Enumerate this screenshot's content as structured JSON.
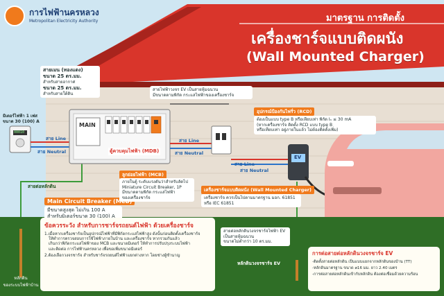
{
  "header": {
    "logo_thai": "การไฟฟ้านครหลวง",
    "logo_en": "Metropolitan Electricity Authority",
    "subtitle": "มาตรฐาน การติดตั้ง",
    "title_thai": "เครื่องชาร์จแบบติดผนัง",
    "title_en": "(Wall Mounted Charger)"
  },
  "labels": {
    "wire_type_title": "สายเมน (ทองแดง)",
    "wire_air": "ขนาด 25 ตร.มม.",
    "wire_air_sub": "สำหรับสายอากาศ",
    "wire_ground": "ขนาด 25 ตร.มม.",
    "wire_ground_sub": "สำหรับสายใต้ดิน",
    "meter_line1": "มิเตอร์ไฟฟ้า 1 เฟส",
    "meter_line2": "ขนาด 30 (100) A",
    "meter_display": "00010",
    "line": "สาย Line",
    "neutral": "สาย Neutral",
    "ground_wire": "สายต่อหลักดิน",
    "main_label": "MAIN",
    "mdb_caption": "ตู้ควบคุมไฟฟ้า (MDB)",
    "ev_line_note1": "สายไฟฟ้าวงจร EV เป็นสายหุ้มฉนวน",
    "ev_line_note2": "มีขนาดตามพิกัด กระแสไฟฟ้าของเครื่องชาร์จ",
    "rcd_tag": "อุปกรณ์ป้องกันไฟรั่ว (RCD)",
    "rcd_note1": "ต้องเป็นแบบ type B หรือเทียบเท่า พิกัด Iₙ ≤ 30 mA",
    "rcd_note2": "(หากเครื่องชาร์จ ติดตั้ง RCD แบบ type B",
    "rcd_note3": "หรือเทียบเท่า อยู่ภายในแล้ว ไม่ต้องติดตั้งเพิ่ม)",
    "mcb_tag": "Main Circuit Breaker (MCB)",
    "mcb_note1": "มีขนาดสูงสุด ไม่เกิน 100 A",
    "mcb_note2": "สำหรับมิเตอร์ขนาด 30 (100) A",
    "sub_mcb_tag": "ลูกย่อยไฟฟ้า (MCB)",
    "sub_mcb_note1": "ภายในตู้ ระดับแรงดันว่าสำหรับลัดไป",
    "sub_mcb_note2": "Miniature Circuit Breaker, 1P",
    "sub_mcb_note3": "มีขนาดตามพิกัด กระแสไฟฟ้า",
    "sub_mcb_note4": "ของเครื่องชาร์จ",
    "charger_tag": "เครื่องชาร์จแบบติดผนัง (Wall Mounted Charger)",
    "charger_note1": "เครื่องชาร์จ ควรเป็นไปตามมาตรฐาน มอก. 61851",
    "charger_note2": "หรือ IEC 61851",
    "charger_screen": "EV",
    "ground_ev_note1": "สายต่อหลักดินวงจรชาร์จไฟฟ้า EV",
    "ground_ev_note2": "เป็นสายหุ้มฉนวน",
    "ground_ev_note3": "ขนาดไม่ต่ำกว่า 10 ตร.มม.",
    "ground_rod_ev": "หลักดินวงจรชาร์จ EV",
    "ground_rod_house1": "หลักดิน",
    "ground_rod_house2": "ของระบบไฟฟ้าบ้าน"
  },
  "caution": {
    "title": "ข้อควรระวัง สำหรับการชาร์จรถยนต์ไฟฟ้า ด้วยเครื่องชาร์จ",
    "item1_line1": "1.เมื่อหากเครื่องชาร์จเป็นอุปกรณ์ไฟฟ้าที่มีพิกัดกระแสไฟฟ้าสูง ดังนั้นก่อนติดตั้งเครื่องชาร์จ",
    "item1_line2": "ให้ทำการตรวจสอบการใช้ไฟฟ้าภายในบ้าน และเครื่องชาร์จ หากรวมกันแล้ว",
    "item1_line3": "เกินกว่าพิกัดกระแสไฟฟ้าของ MCB และขนาดมิเตอร์ ให้ทำการปรับปรุงระบบไฟฟ้า",
    "item1_line4": "และติดต่อ การไฟฟ้านครหลวง เพื่อขอเพิ่มขนาดมิเตอร์",
    "item2": "2.ต้องเลือกวงจรชาร์จ สำหรับชาร์จรถยนต์ไฟฟ้าแยกต่างหาก โดยช่างผู้ชำนาญ"
  },
  "grounding": {
    "title": "การต่อสายต่อหลักดินวงจรชาร์จ EV",
    "item1": "-ติดตั้งสายต่อหลักดิน เป็นแบบแยกจากหลักดินของบ้าน (TT)",
    "item2": "-หลักดินมาตรฐาน ขนาด ø16 มม. ยาว 2.40 เมตร",
    "item3": "-การต่อสายต่อหลักดินเข้ากับหลักดิน ต้องต่อเชื่อมด้วยความร้อน"
  },
  "colors": {
    "sky": "#cfe6f2",
    "roof": "#d9352b",
    "roof_dark": "#a8241d",
    "wall": "#e8dfd3",
    "wall_line": "#d3c7b8",
    "accent": "#f07a1c",
    "title_blue": "#1c5aa6",
    "wire_red": "#d9352b",
    "wire_blue": "#2a73c9",
    "wire_green": "#3c9b3a",
    "grass": "#2f6e26",
    "car": "#f2a7a0"
  }
}
